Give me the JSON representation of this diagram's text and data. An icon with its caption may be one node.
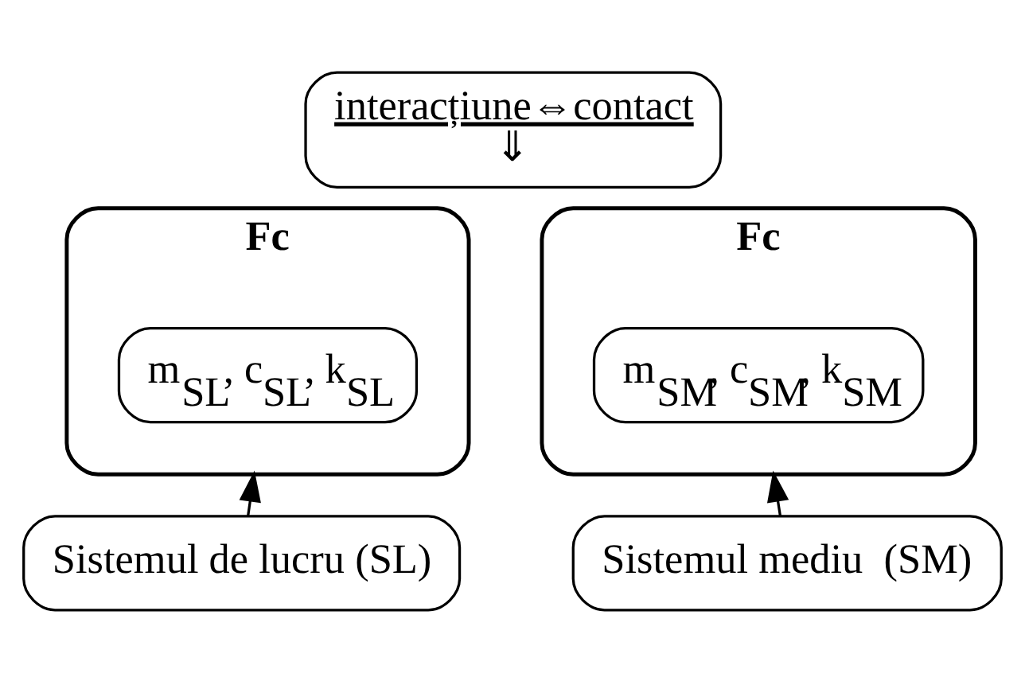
{
  "diagram": {
    "nodes": [
      {
        "text": [
          "interacțiune⇔contact",
          "⇓"
        ]
      },
      {
        "text": [
          "Fc"
        ]
      },
      {
        "text": [
          "Fc"
        ]
      },
      {
        "text": [
          "m$_{SL}$, c$_{SL}$, k$_{SL}$"
        ],
        "in": 1
      },
      {
        "text": [
          "m$_{SM}$, c$_{SM}$, k$_{SM}$"
        ],
        "in": 2
      },
      {
        "text": [
          "Sistemul de lucru (SL)"
        ]
      },
      {
        "text": [
          "Sistemul mediu  (SM)"
        ]
      }
    ],
    "edges": [
      {
        "from": 5,
        "to": 1,
        "arrow": "to"
      },
      {
        "from": 6,
        "to": 2,
        "arrow": "to"
      }
    ]
  }
}
